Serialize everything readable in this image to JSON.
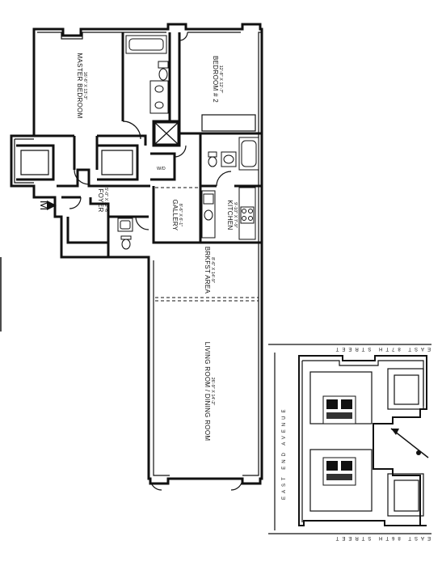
{
  "compass": {
    "letter": "M"
  },
  "rooms": {
    "master_bedroom": {
      "name": "MASTER BEDROOM",
      "dims": "16'-6\" X 13'-3\""
    },
    "bedroom2": {
      "name": "BEDROOM # 2",
      "dims": "12'-8\" X 12'-7\""
    },
    "foyer": {
      "name": "FOYER",
      "dims": "5'-0\" X 12'-6\""
    },
    "gallery": {
      "name": "GALLERY",
      "dims": "8'-6\" X 6'-1\""
    },
    "kitchen": {
      "name": "KITCHEN",
      "dims": "9'-10\" X 7'-9\""
    },
    "brkfst_area": {
      "name": "BRKFST AREA",
      "dims": "8'-6\" X 14'-9\""
    },
    "living_dining": {
      "name": "LIVING ROOM / DINING ROOM",
      "dims": "26'-9\" X 14'-2\""
    },
    "wd": {
      "name": "W/D"
    }
  },
  "key_plan": {
    "street_top": "EAST 87TH STREET",
    "street_bottom": "EAST 86TH STREET",
    "avenue": "EAST END AVENUE"
  }
}
